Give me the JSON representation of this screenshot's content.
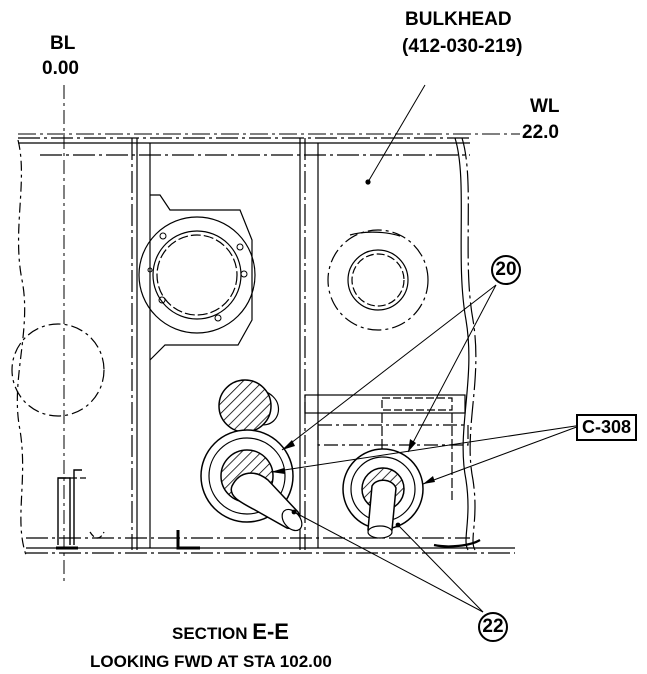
{
  "labels": {
    "bl": "BL",
    "bl_value": "0.00",
    "bulkhead": "BULKHEAD",
    "bulkhead_part": "(412-030-219)",
    "wl": "WL",
    "wl_value": "22.0",
    "connector": "C-308",
    "callout_20": "20",
    "callout_22": "22",
    "section_prefix": "SECTION",
    "section_id": "E-E",
    "looking": "LOOKING FWD AT STA 102.00"
  }
}
